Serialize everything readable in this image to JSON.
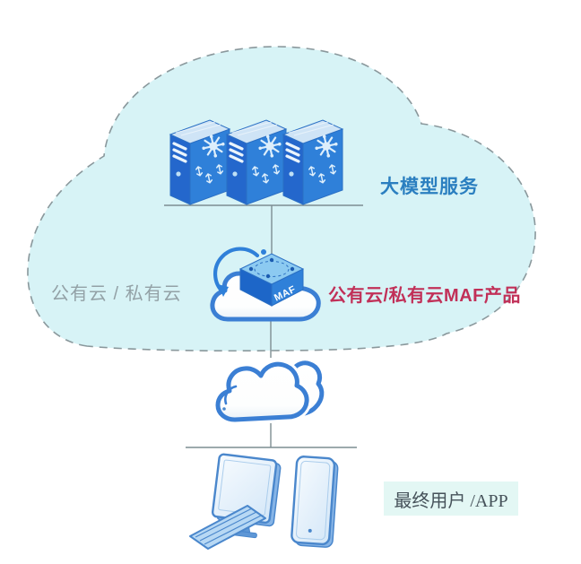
{
  "diagram_title": "MAF cloud architecture",
  "labels": {
    "model_service": "大模型服务",
    "cloud_type": "公有云 / 私有云",
    "maf_product": "公有云/私有云MAF产品",
    "maf_box": "MAF",
    "end_user": "最终用户 /APP"
  },
  "icons": [
    {
      "name": "server-icon",
      "count": 3,
      "meaning": "大模型服务 servers"
    },
    {
      "name": "maf-cube-on-cloud-icon",
      "meaning": "MAF product on cloud"
    },
    {
      "name": "sync-arrow-icon",
      "meaning": "deployment arrow"
    },
    {
      "name": "internet-cloud-icon",
      "meaning": "network between product and users"
    },
    {
      "name": "monitor-icon",
      "meaning": "end user desktop"
    },
    {
      "name": "keyboard-icon",
      "meaning": "end user desktop"
    },
    {
      "name": "tablet-icon",
      "meaning": "end user mobile APP"
    }
  ],
  "colors": {
    "cloud_fill": "#d7f3f6",
    "dashed_border": "#8a989c",
    "line_gray": "#7d8d92",
    "server_left": "#2467cc",
    "server_right": "#2f80d9",
    "server_top": "#cfe4f6",
    "server_outline": "#2a6fc4",
    "icon_blue": "#3b7fd4",
    "icon_dark_blue": "#1d66c8",
    "maf_top": "#8ccaf1",
    "label_blue": "#2b7fc0",
    "label_red": "#c13058",
    "label_gray": "#93a1a6",
    "label_dark": "#46525a",
    "end_user_bg": "#e3f7f4",
    "device_outline": "#4a87cc",
    "device_side": "#86b4e6",
    "keyboard_fill": "#b7d8f4"
  }
}
